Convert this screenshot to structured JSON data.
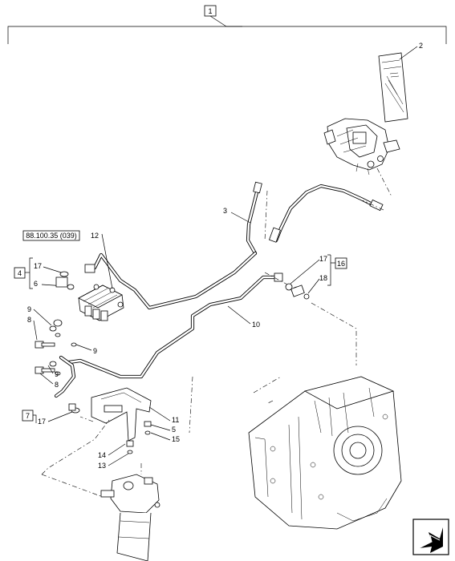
{
  "callouts": {
    "c1": "1",
    "c2": "2",
    "c3": "3",
    "c4": "4",
    "c5": "5",
    "c6": "6",
    "c7": "7",
    "c8a": "8",
    "c8b": "8",
    "c9a": "9",
    "c9b": "9",
    "c9c": "9",
    "c10": "10",
    "c11": "11",
    "c12": "12",
    "c13": "13",
    "c14": "14",
    "c15": "15",
    "c16": "16",
    "c17a": "17",
    "c17b": "17",
    "c17c": "17",
    "c18": "18"
  },
  "reference": "88.100.35 (039)",
  "colors": {
    "line": "#000000",
    "background": "#ffffff"
  },
  "icons": {
    "nav": "next-page-arrow-icon"
  }
}
